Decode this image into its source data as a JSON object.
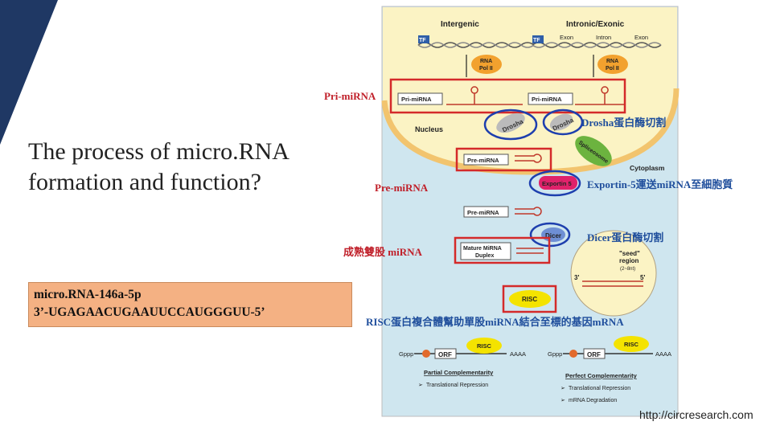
{
  "slide": {
    "title_line1": "The process of micro.RNA",
    "title_line2": "formation and function?",
    "sequence_name": "micro.RNA-146a-5p",
    "sequence": "3’-UGAGAACUGAAUUCCAUGGGUU-5’",
    "accent_color": "#1f3864",
    "box_color": "#f4b183"
  },
  "diagram": {
    "header_intergenic": "Intergenic",
    "header_intronic": "Intronic/Exonic",
    "tf": "TF",
    "exon1": "Exon",
    "intron": "Intron",
    "exon2": "Exon",
    "rna_pol_line1": "RNA",
    "rna_pol_line2": "Pol II",
    "primirna_box": "Pri-miRNA",
    "nucleus": "Nucleus",
    "drosha": "Drosha",
    "spliceosome": "Spliceosome",
    "cytoplasm": "Cytoplasm",
    "premirna_box": "Pre-miRNA",
    "exportin": "Exportin 5",
    "dicer": "Dicer",
    "mature_line1": "Mature MiRNA",
    "mature_line2": "Duplex",
    "seed_line1": "\"seed\"",
    "seed_line2": "region",
    "seed_line3": "(2~8nt)",
    "five_prime": "5'",
    "three_prime": "3'",
    "risc": "RISC",
    "gppp": "Gppp",
    "orf": "ORF",
    "aaaa": "AAAA",
    "partial_title": "Partial Complementarity",
    "partial_item": "Translational Repression",
    "perfect_title": "Perfect Complementarity",
    "perfect_item1": "Translational Repression",
    "perfect_item2": "mRNA Degradation",
    "source_url": "http://circresearch.com",
    "nucleus_color": "#fbf3c4",
    "cytoplasm_color": "#cfe6ef"
  },
  "annotations": {
    "pri_mirna": "Pri-miRNA",
    "drosha": "Drosha蛋白酶切割",
    "pre_mirna": "Pre-miRNA",
    "exportin": "Exportin-5運送miRNA至細胞質",
    "dicer": "Dicer蛋白酶切割",
    "mature": "成熟雙股 miRNA",
    "risc": "RISC蛋白複合體幫助單股miRNA結合至標的基因mRNA",
    "annotation_color": "#c0202a",
    "annotation_blue": "#1f4e9c"
  }
}
